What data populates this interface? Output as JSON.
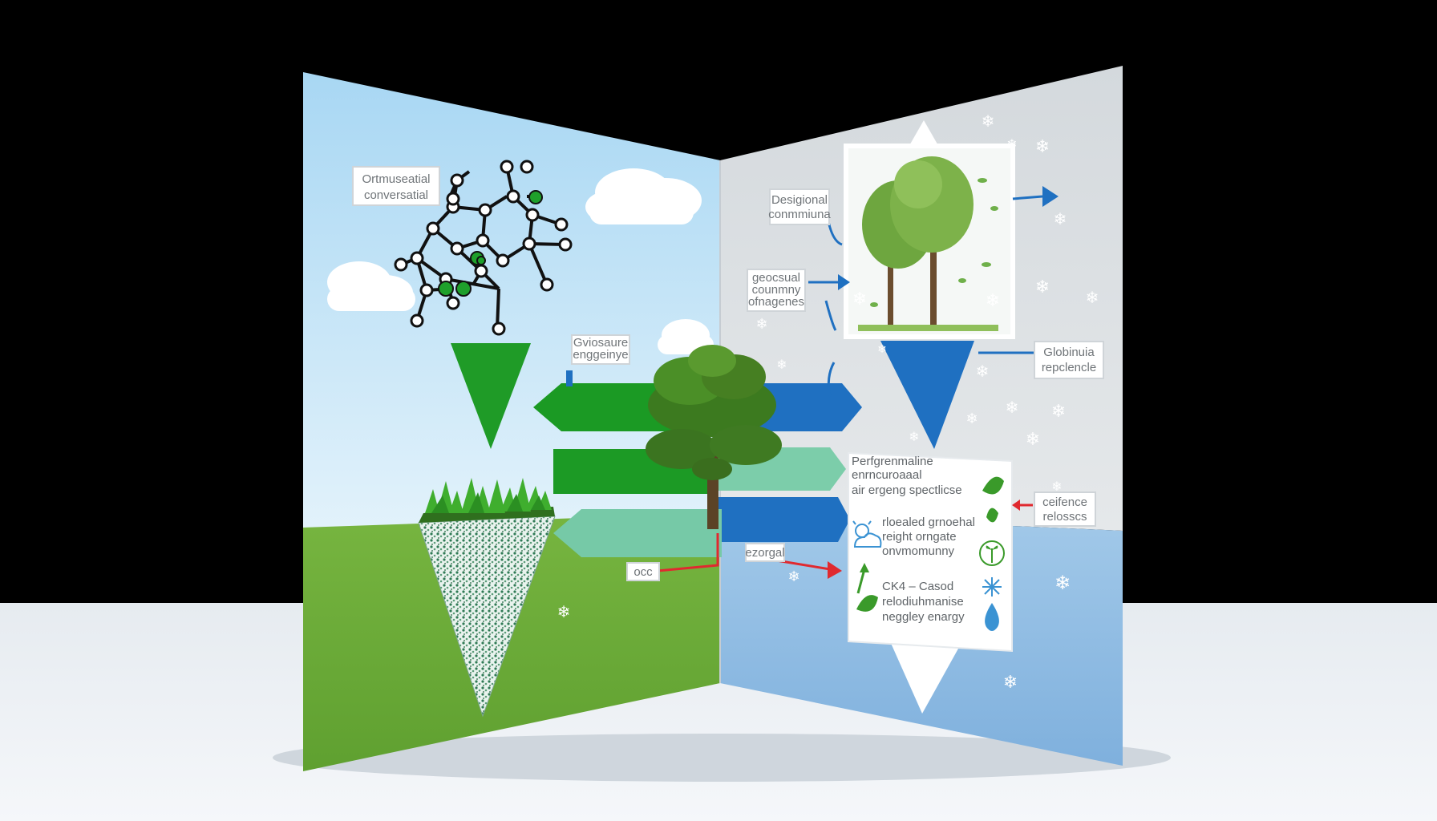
{
  "colors": {
    "sky_top": "#a9d8f4",
    "sky_bottom": "#dcf0fb",
    "grass": "#6fae3c",
    "panel_gray": "#d9dde0",
    "water": "#9cc4e6",
    "arrow_green": "#1d9a25",
    "arrow_teal": "#6ec9a6",
    "arrow_blue": "#1f70c1",
    "connector_red": "#e0292f",
    "floor": "#e3e8ee",
    "backdrop": "#000000"
  },
  "labels": {
    "molecule": [
      "Ortmuseatial",
      "conversatial"
    ],
    "right_top": [
      "Desigional",
      "conmmiuna"
    ],
    "right_mid": [
      "geocsual",
      "counmny",
      "ofnagenes"
    ],
    "center_top": [
      "Gviosaure",
      "enggeinye"
    ],
    "right_mid2": [
      "Globinuia",
      "repclencle"
    ],
    "right_low": [
      "ceifence",
      "relosscs"
    ],
    "small_left": "occ",
    "small_center": "ezorgal"
  },
  "info_card": {
    "header": [
      "Perfgrenmaline",
      "enrncuroaaal",
      "air ergeng spectlicse"
    ],
    "block1": [
      "rloealed grnoehal",
      "reight orngate",
      "onvmomunny"
    ],
    "block2": [
      "CK4 – Casod",
      "relodiuhmanise",
      "neggley enargy"
    ]
  },
  "icons": [
    "molecule-icon",
    "tree-icon",
    "leaf-icon",
    "cloud-sun-icon",
    "seedling-icon",
    "snowflake-icon",
    "water-drop-icon"
  ]
}
